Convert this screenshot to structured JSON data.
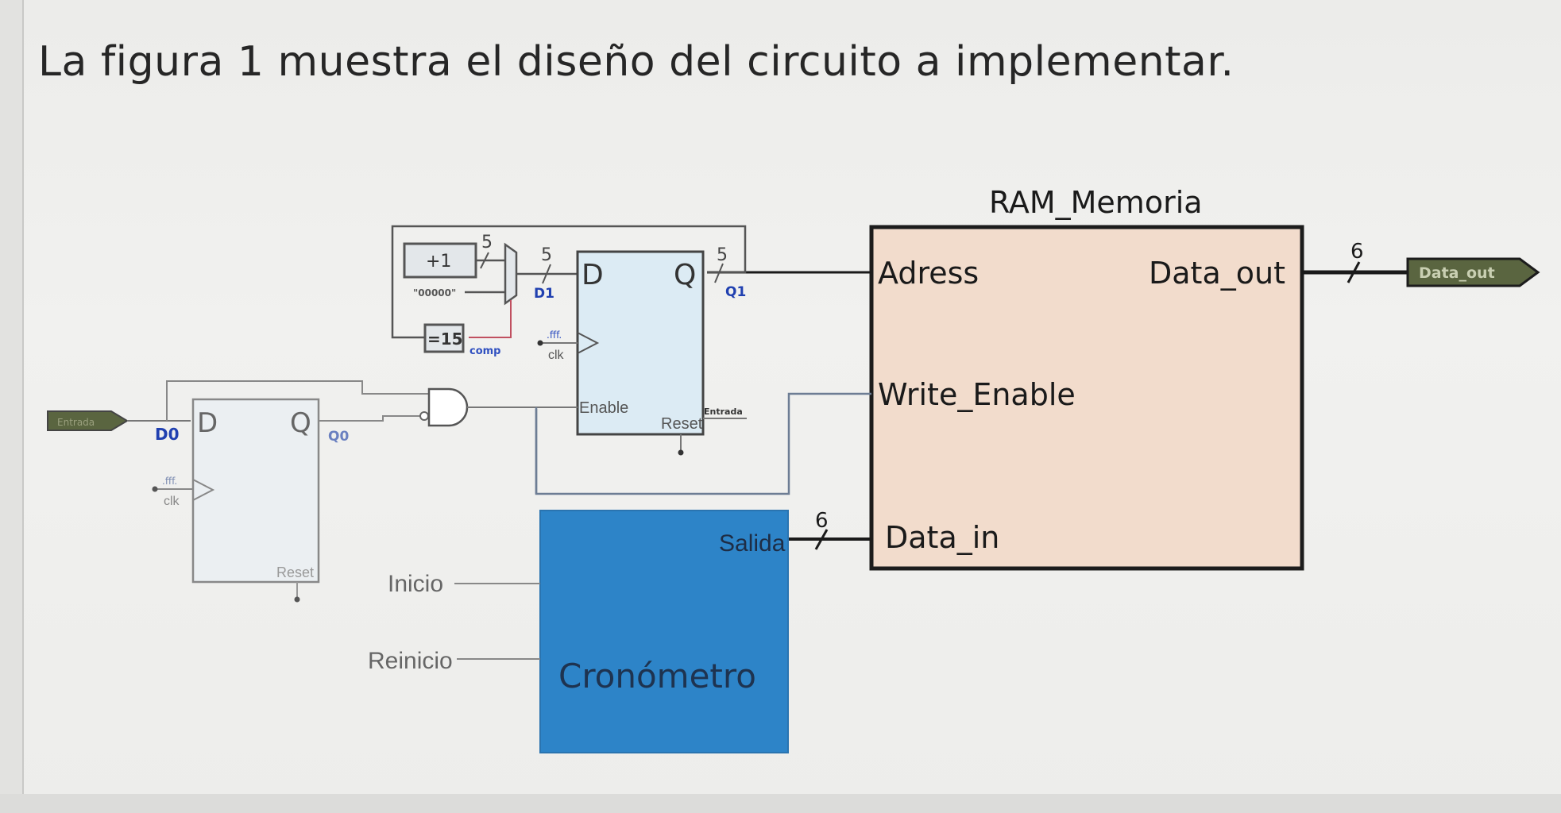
{
  "heading": "La figura 1 muestra el diseño del circuito a implementar.",
  "colors": {
    "ram_fill": "#f2dccc",
    "ram_stroke": "#1c1c1c",
    "crono_fill": "#2d84c8",
    "ff_fill": "#dcebf4",
    "wire": "#1a1a1a",
    "pin_fill": "#5a6540",
    "bus_label": "#2040b0"
  },
  "diagram": {
    "ram": {
      "title": "RAM_Memoria",
      "port_address": "Adress",
      "port_write_enable": "Write_Enable",
      "port_data_in": "Data_in",
      "port_data_out": "Data_out"
    },
    "output_pin": "Data_out",
    "input_pin": "Entrada",
    "cronometro": {
      "title": "Cronómetro",
      "output": "Salida",
      "input_start": "Inicio",
      "input_reset": "Reinicio"
    },
    "ff1": {
      "d": "D",
      "q": "Q",
      "enable": "Enable",
      "reset": "Reset",
      "clk": "clk",
      "d_net": "D1",
      "q_net": "Q1",
      "clk_sig": ".fff."
    },
    "ff0": {
      "d": "D",
      "q": "Q",
      "reset": "Reset",
      "clk": "clk",
      "d_net": "D0",
      "q_net": "Q0",
      "clk_sig": ".fff."
    },
    "adder": "+1",
    "comparator": "=15",
    "comp_label": "comp",
    "const_label": "\"00000\"",
    "entrada_label": "Entrada",
    "bus_width_5": "5",
    "bus_width_6": "6"
  }
}
